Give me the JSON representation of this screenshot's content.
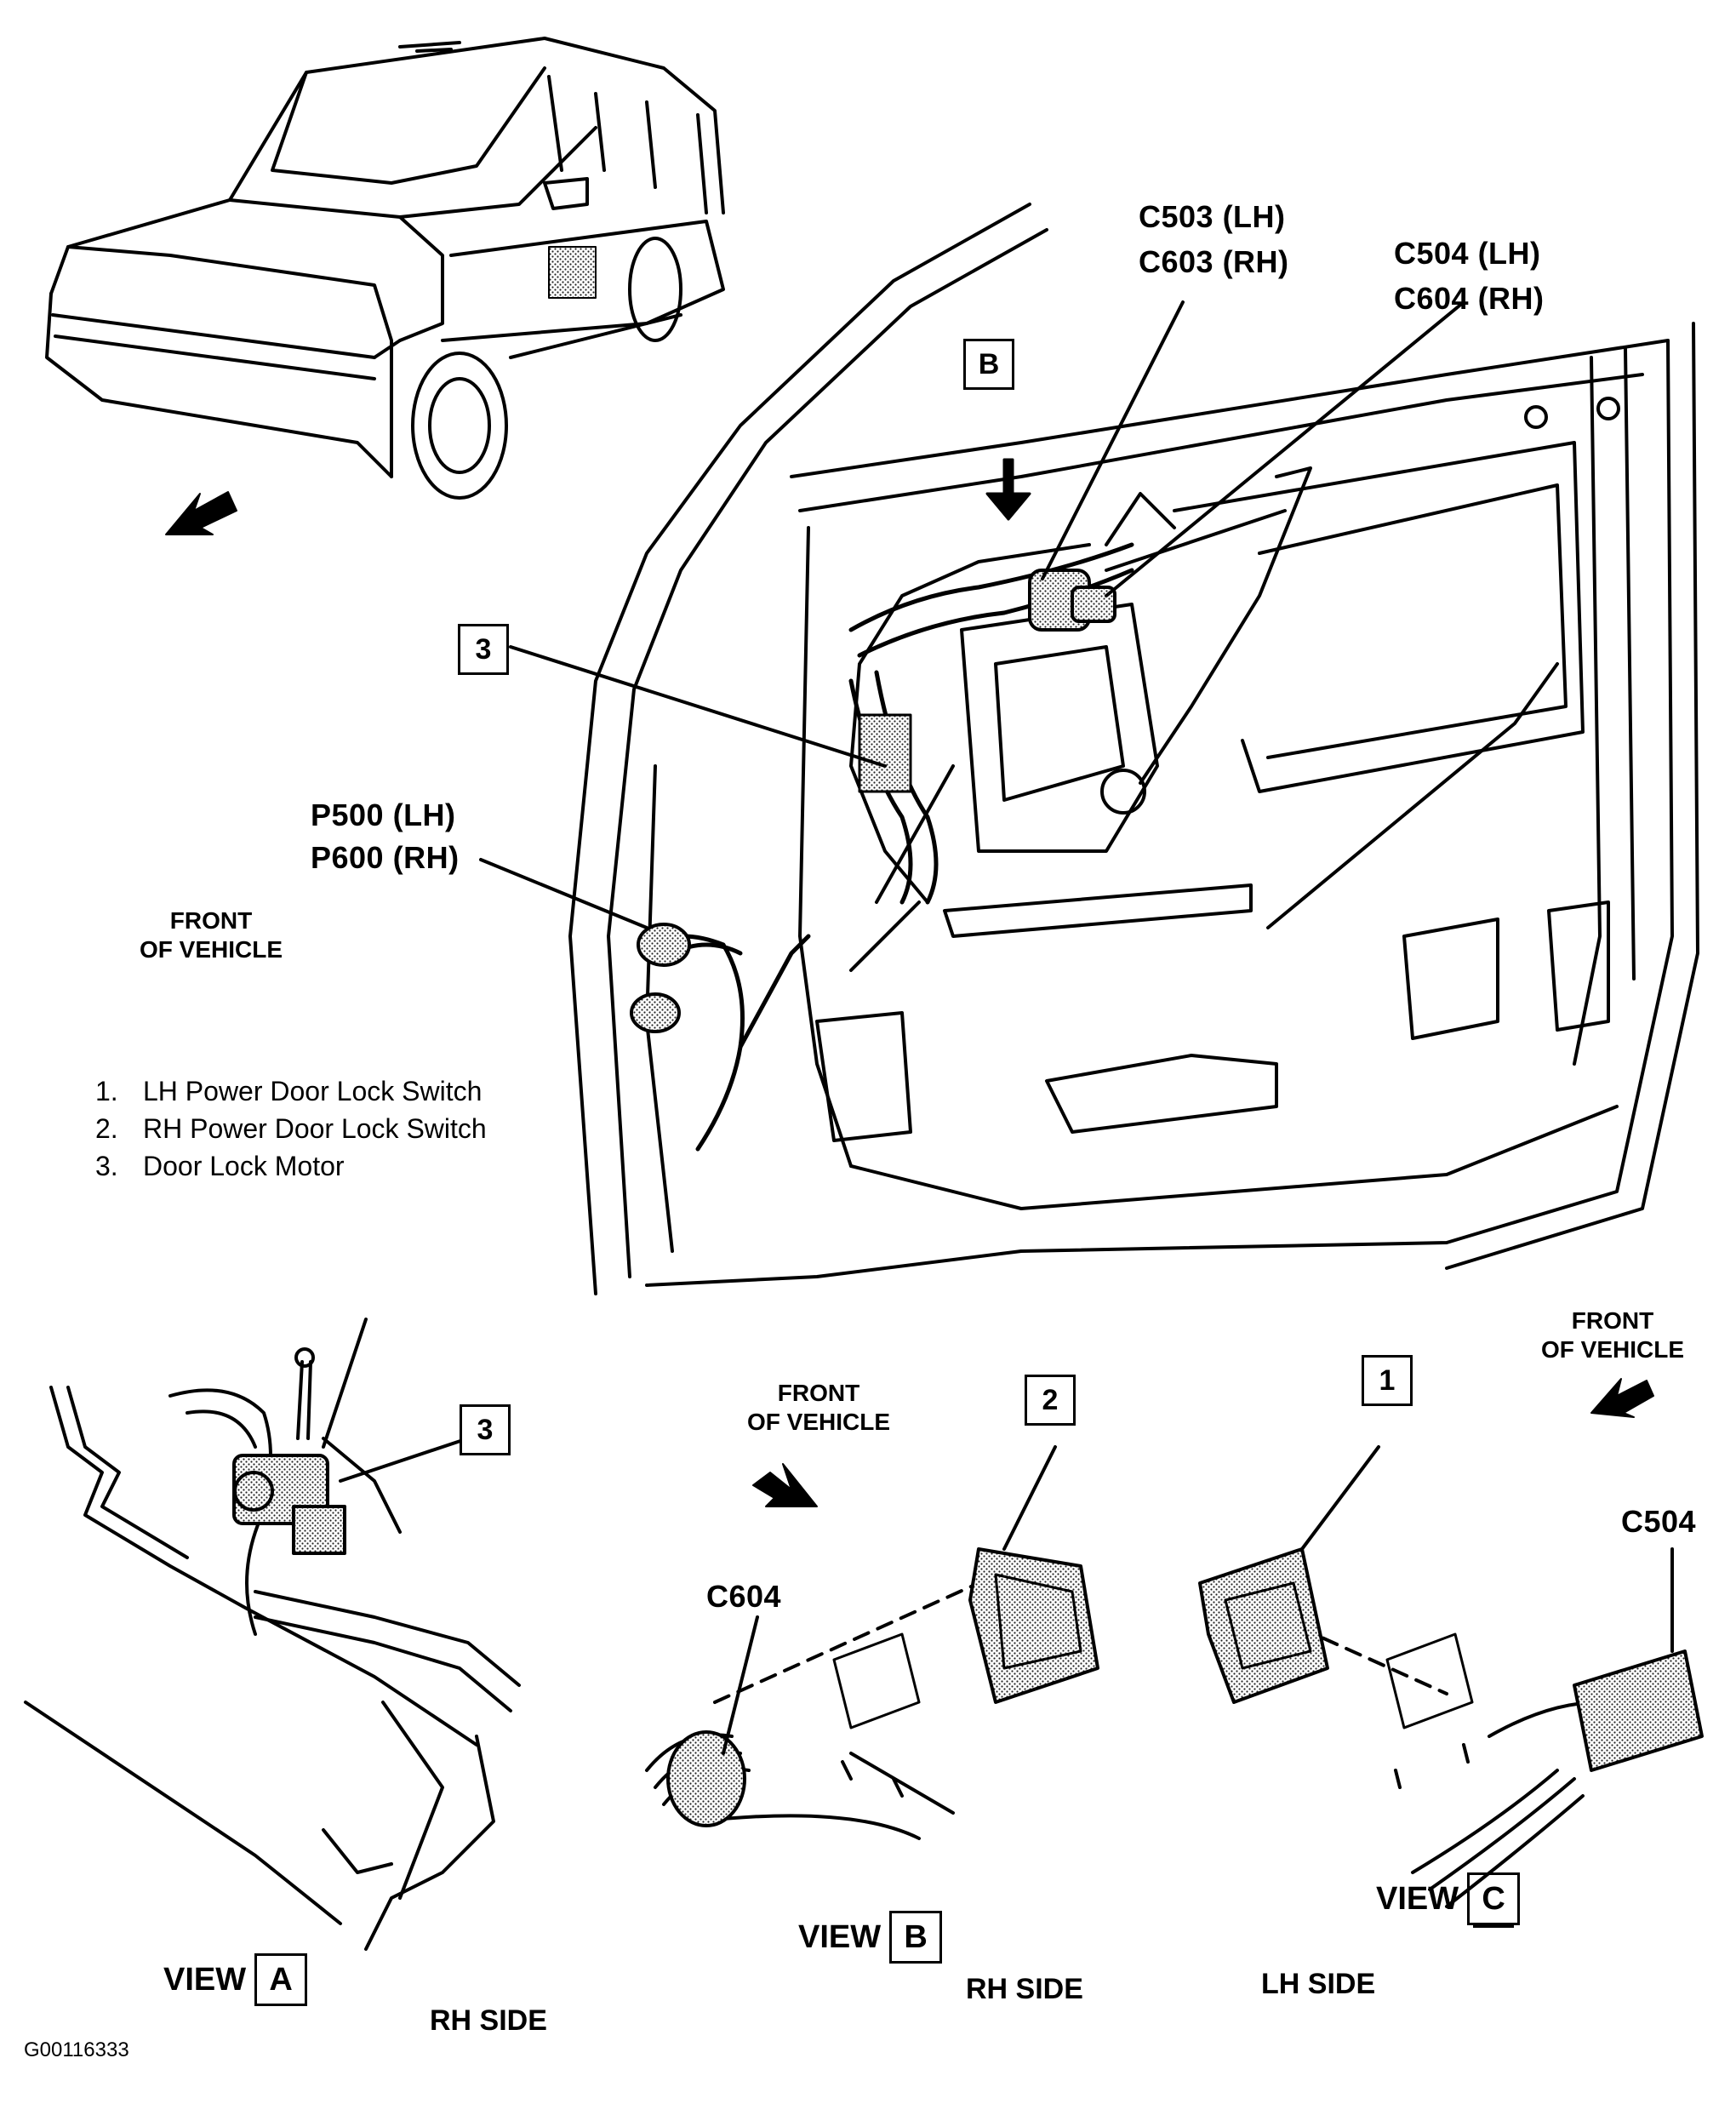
{
  "diagram": {
    "title": "Power Door Lock Component Locations",
    "figure_id": "G00116333",
    "connector_labels": {
      "c503_lh": "C503 (LH)",
      "c603_rh": "C603 (RH)",
      "c504_lh": "C504 (LH)",
      "c604_rh": "C604 (RH)",
      "p500_lh": "P500 (LH)",
      "p600_rh": "P600 (RH)",
      "c604": "C604",
      "c504": "C504"
    },
    "front_of_vehicle": {
      "line1": "FRONT",
      "line2": "OF VEHICLE"
    },
    "legend": [
      {
        "num": "1.",
        "text": "LH Power Door Lock Switch"
      },
      {
        "num": "2.",
        "text": "RH Power Door Lock Switch"
      },
      {
        "num": "3.",
        "text": "Door Lock Motor"
      }
    ],
    "callouts": {
      "main_b": "B",
      "main_3": "3",
      "view_a_3": "3",
      "view_b_2": "2",
      "view_c_1": "1"
    },
    "views": [
      {
        "word": "VIEW",
        "letter": "A",
        "side": "RH SIDE"
      },
      {
        "word": "VIEW",
        "letter": "B",
        "side": "RH SIDE"
      },
      {
        "word": "VIEW",
        "letter": "C",
        "side": "LH SIDE"
      }
    ],
    "colors": {
      "ink": "#000000",
      "paper": "#ffffff",
      "stipple": "#9a9a9a"
    }
  }
}
